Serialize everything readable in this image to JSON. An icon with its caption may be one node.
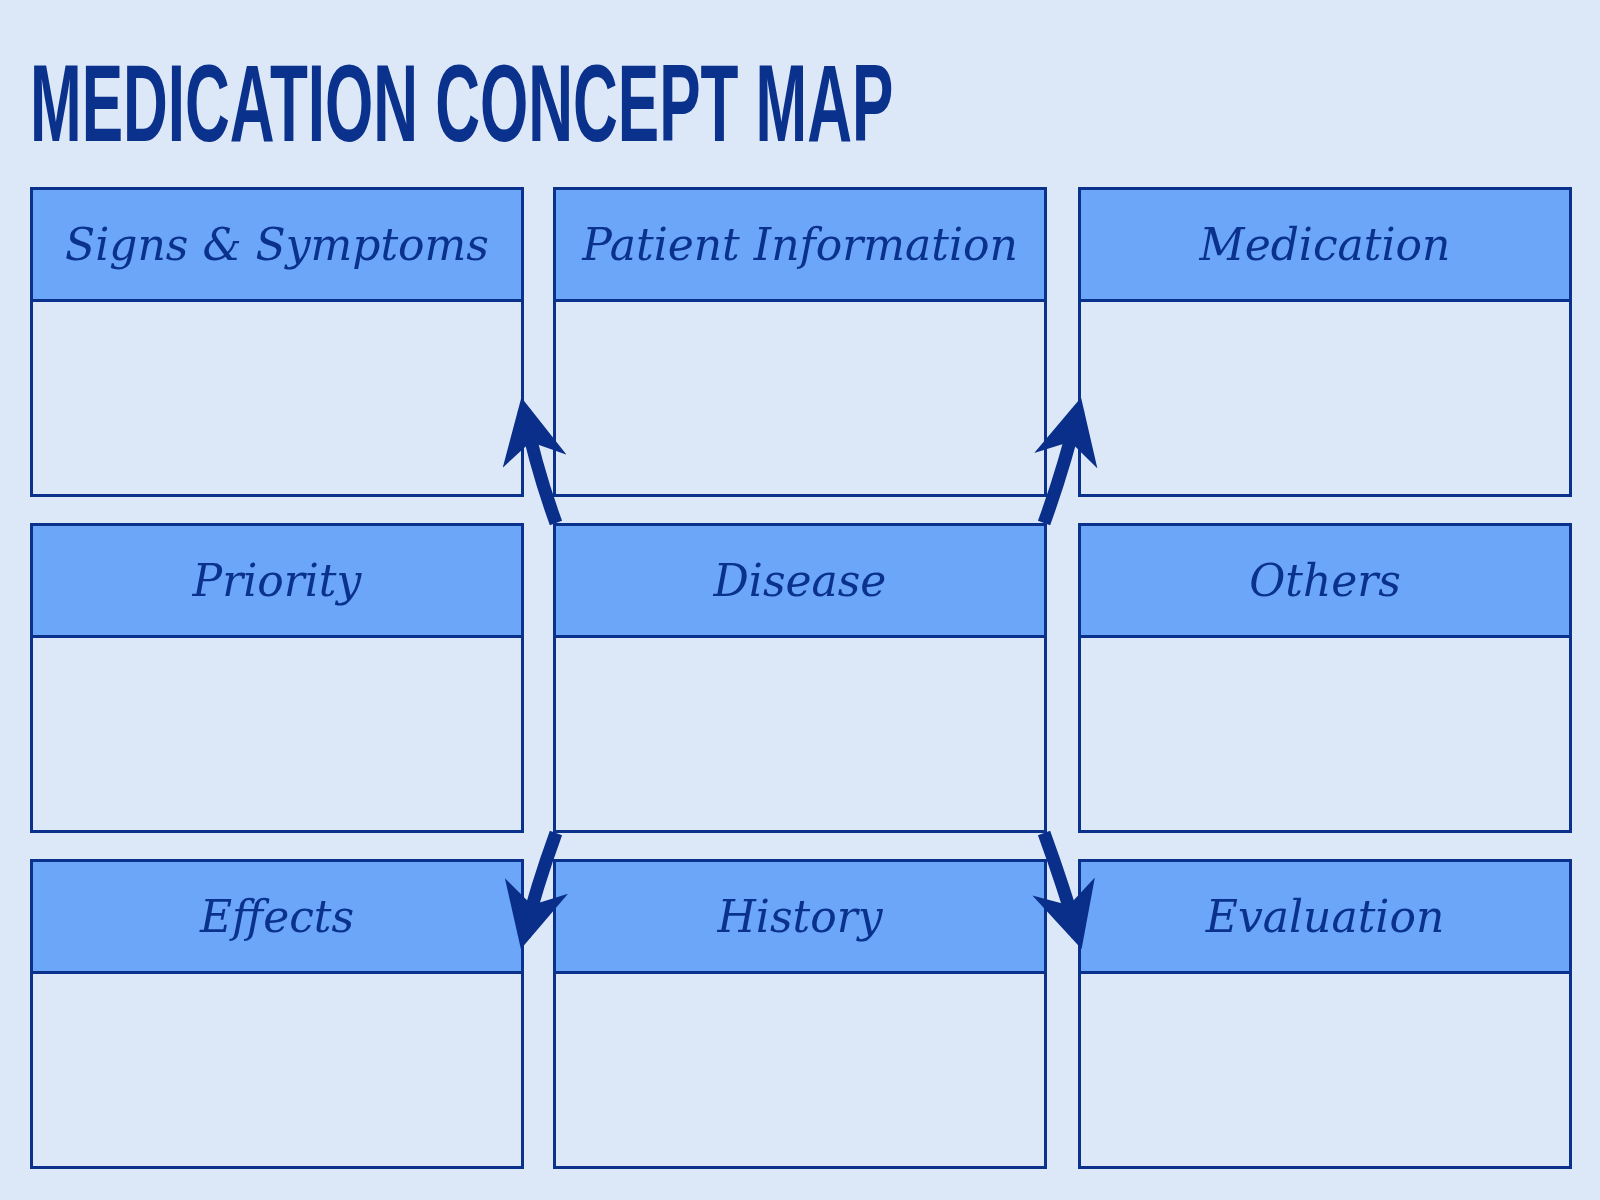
{
  "diagram": {
    "title": "MEDICATION CONCEPT MAP",
    "nodes": [
      {
        "text": [
          "Signs & Symptoms"
        ]
      },
      {
        "text": [
          "Patient Information"
        ]
      },
      {
        "text": [
          "Medication"
        ]
      },
      {
        "text": [
          "Priority"
        ]
      },
      {
        "text": [
          "Disease"
        ]
      },
      {
        "text": [
          "Others"
        ]
      },
      {
        "text": [
          "Effects"
        ]
      },
      {
        "text": [
          "History"
        ]
      },
      {
        "text": [
          "Evaluation"
        ]
      }
    ],
    "edges": [
      {
        "from": 4,
        "to": 0,
        "arrow": "to"
      },
      {
        "from": 4,
        "to": 2,
        "arrow": "to"
      },
      {
        "from": 4,
        "to": 6,
        "arrow": "to"
      },
      {
        "from": 4,
        "to": 8,
        "arrow": "to"
      }
    ]
  }
}
